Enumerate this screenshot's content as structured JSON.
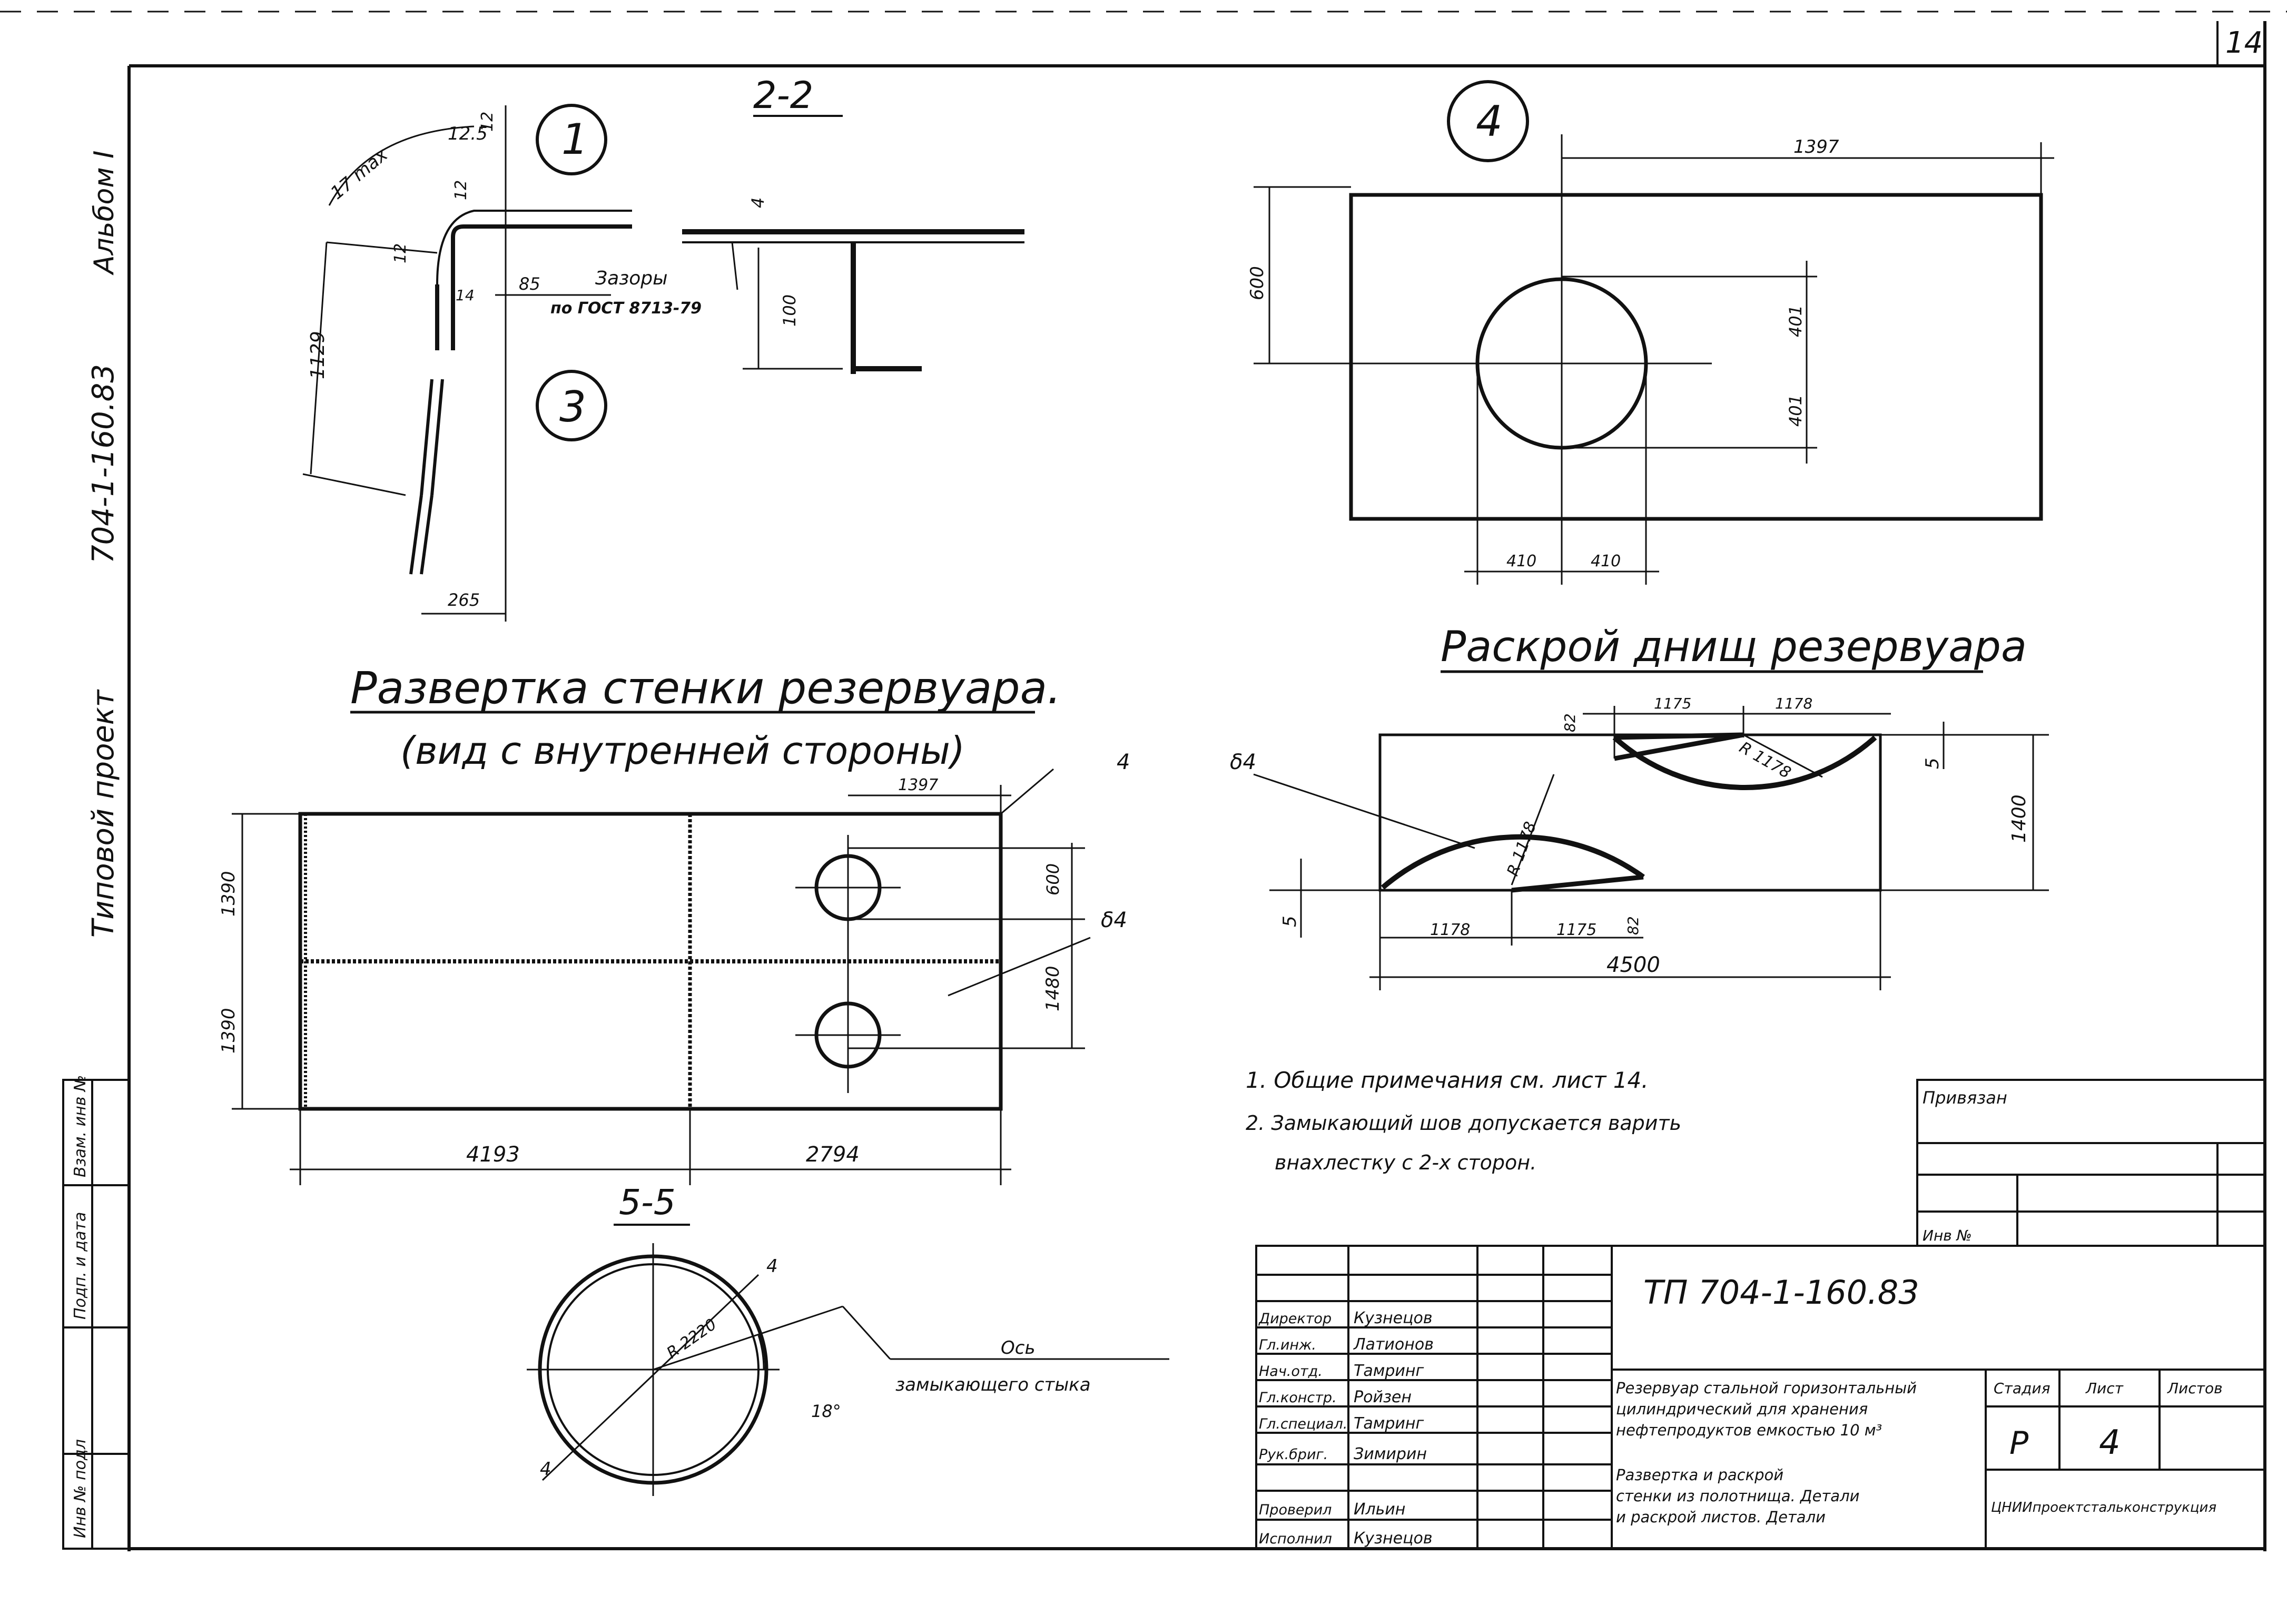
{
  "sheet_number": "14",
  "side_stamp": {
    "album": "Альбом I",
    "project_code": "704-1-160.83",
    "project_type": "Типовой проект"
  },
  "left_strip": {
    "inv_no": "Инв № подл",
    "sign_date": "Подп. и дата",
    "replaced_inv": "Взам. инв №"
  },
  "detail_1": {
    "marker": "1",
    "dims": [
      "12.5",
      "12",
      "12",
      "12",
      "85",
      "14",
      "1129",
      "265"
    ],
    "radius_label": "17 max",
    "gaps_label": "Зазоры",
    "gost_label": "по ГОСТ 8713-79"
  },
  "detail_3": {
    "marker": "3"
  },
  "section_2_2": {
    "title": "2-2",
    "thickness": "4",
    "height": "100"
  },
  "detail_4": {
    "marker": "4",
    "width": "1397",
    "height": "600",
    "half_up": "401",
    "half_down": "401",
    "left": "410",
    "right": "410"
  },
  "wall_unfold": {
    "title": "Развертка стенки резервуара.",
    "subtitle": "(вид с внутренней стороны)",
    "thickness": "4",
    "top_right_dim": "1397",
    "hole_dim": "600",
    "total_height_dim": "1480",
    "plate_thickness": "δ4",
    "upper_height": "1390",
    "lower_height": "1390",
    "left_length": "4193",
    "right_length": "2794"
  },
  "bottom_cut": {
    "title": "Раскрой днищ резервуара",
    "thickness": "δ4",
    "top_dims": [
      "1175",
      "1178"
    ],
    "gap_top": "82",
    "radius_a": "R 1178",
    "radius_b": "R 1178",
    "margin_right": "5",
    "height": "1400",
    "margin_left": "5",
    "bottom_dims": [
      "1178",
      "1175"
    ],
    "gap_bottom": "82",
    "total_length": "4500"
  },
  "section_5_5": {
    "title": "5-5",
    "radius": "R 2220",
    "thickness_top": "4",
    "thickness_bottom": "4",
    "angle": "18°",
    "axis_label_1": "Ось",
    "axis_label_2": "замыкающего стыка"
  },
  "notes": {
    "line1": "1. Общие примечания см. лист 14.",
    "line2": "2. Замыкающий шов допускается варить",
    "line3": "внахлестку с 2-х сторон."
  },
  "binding_box": {
    "label": "Привязан",
    "inv_label": "Инв №"
  },
  "title_block": {
    "code": "ТП 704-1-160.83",
    "roles": [
      "Директор",
      "Гл.инж.",
      "Нач.отд.",
      "Гл.констр.",
      "Гл.специал.",
      "Рук.бриг.",
      "Проверил",
      "Исполнил"
    ],
    "names": [
      "Кузнецов",
      "Латионов",
      "Тамринг",
      "Ройзен",
      "Тамринг",
      "Зимирин",
      "Ильин",
      "Кузнецов"
    ],
    "description_1": "Резервуар стальной горизонтальный",
    "description_2": "цилиндрический для хранения",
    "description_3": "нефтепродуктов емкостью 10 м³",
    "description_4": "Развертка и раскрой",
    "description_5": "стенки из полотнища. Детали",
    "description_6": "и раскрой листов. Детали",
    "stage_label": "Стадия",
    "sheet_label": "Лист",
    "sheets_label": "Листов",
    "stage_value": "Р",
    "sheet_value": "4",
    "org": "ЦНИИпроектстальконструкция"
  }
}
